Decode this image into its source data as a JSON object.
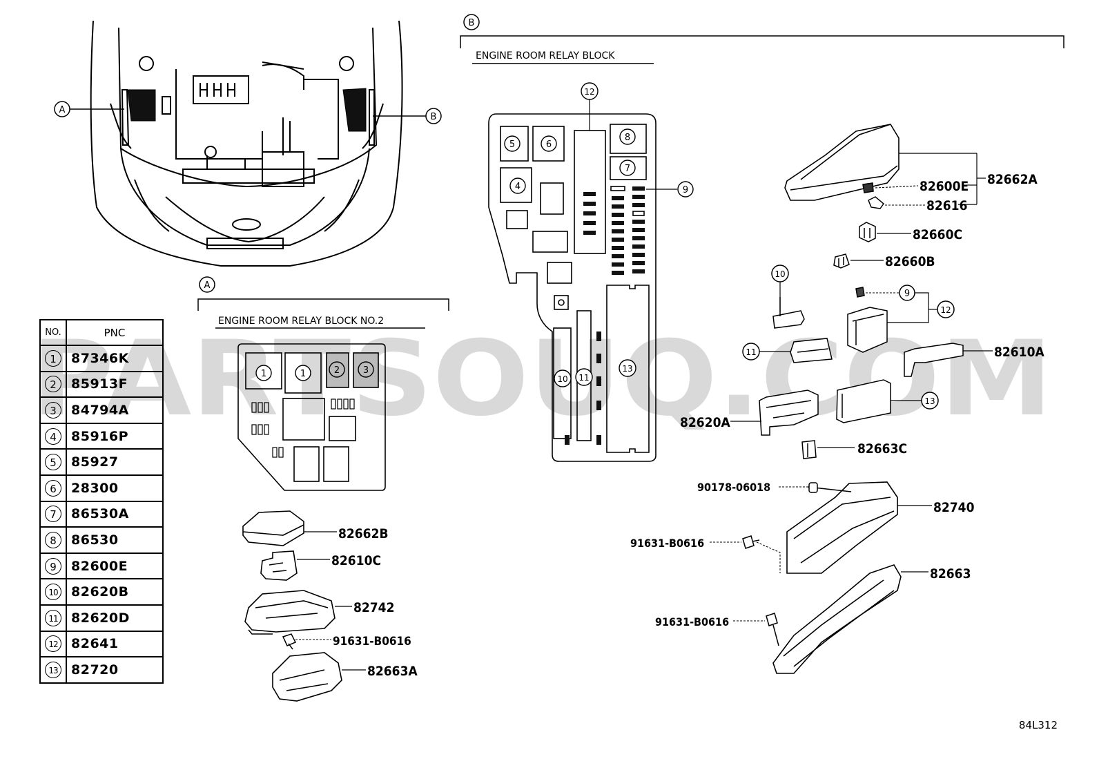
{
  "watermark": "PARTSOUQ.COM",
  "diagram_code": "84L312",
  "callouts": {
    "a": "A",
    "b": "B"
  },
  "section_a": {
    "letter": "A",
    "title": "ENGINE ROOM RELAY BLOCK NO.2"
  },
  "section_b": {
    "letter": "B",
    "title": "ENGINE ROOM RELAY BLOCK"
  },
  "table": {
    "headers": {
      "no": "NO.",
      "pnc": "PNC"
    },
    "rows": [
      {
        "no": "1",
        "pnc": "87346K"
      },
      {
        "no": "2",
        "pnc": "85913F"
      },
      {
        "no": "3",
        "pnc": "84794A"
      },
      {
        "no": "4",
        "pnc": "85916P"
      },
      {
        "no": "5",
        "pnc": "85927"
      },
      {
        "no": "6",
        "pnc": "28300"
      },
      {
        "no": "7",
        "pnc": "86530A"
      },
      {
        "no": "8",
        "pnc": "86530"
      },
      {
        "no": "9",
        "pnc": "82600E"
      },
      {
        "no": "10",
        "pnc": "82620B"
      },
      {
        "no": "11",
        "pnc": "82620D"
      },
      {
        "no": "12",
        "pnc": "82641"
      },
      {
        "no": "13",
        "pnc": "82720"
      }
    ]
  },
  "block_a_slots": {
    "s1a": "1",
    "s1b": "1",
    "s2": "2",
    "s3": "3"
  },
  "block_b_slots": {
    "s4": "4",
    "s5": "5",
    "s6": "6",
    "s7": "7",
    "s8": "8",
    "s9": "9",
    "s10": "10",
    "s11": "11",
    "s12": "12",
    "s13": "13"
  },
  "parts_a": {
    "p1": "82662B",
    "p2": "82610C",
    "p3": "82742",
    "p4": "91631-B0616",
    "p5": "82663A"
  },
  "parts_b": {
    "p82600e": "82600E",
    "p82662a": "82662A",
    "p82616": "82616",
    "p82660c": "82660C",
    "p82660b": "82660B",
    "c10": "10",
    "c9": "9",
    "c12": "12",
    "c11": "11",
    "p82610a": "82610A",
    "p82620a": "82620A",
    "c13": "13",
    "p82663c": "82663C",
    "p90178": "90178-06018",
    "p82740": "82740",
    "p91631a": "91631-B0616",
    "p82663": "82663",
    "p91631b": "91631-B0616"
  }
}
